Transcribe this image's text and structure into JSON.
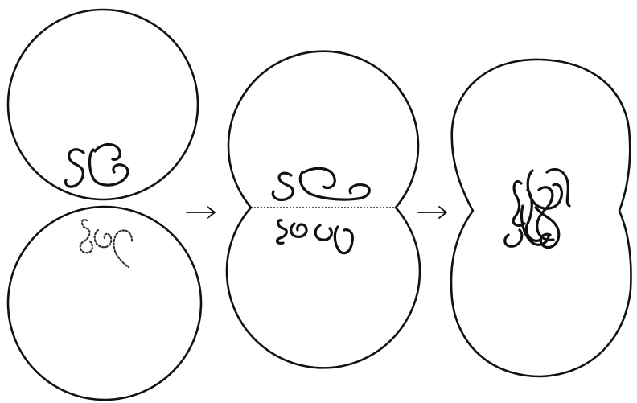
{
  "diagram": {
    "stages": [
      {
        "name": "separate-particles",
        "chains": [
          "upper",
          "lower-dotted"
        ]
      },
      {
        "name": "contact-interface",
        "chains": [
          "upper",
          "lower"
        ]
      },
      {
        "name": "interdiffused-neck",
        "chains": [
          "entangled"
        ]
      }
    ],
    "arrows": 2,
    "colors": {
      "stroke": "#111111",
      "background": "#ffffff"
    }
  }
}
